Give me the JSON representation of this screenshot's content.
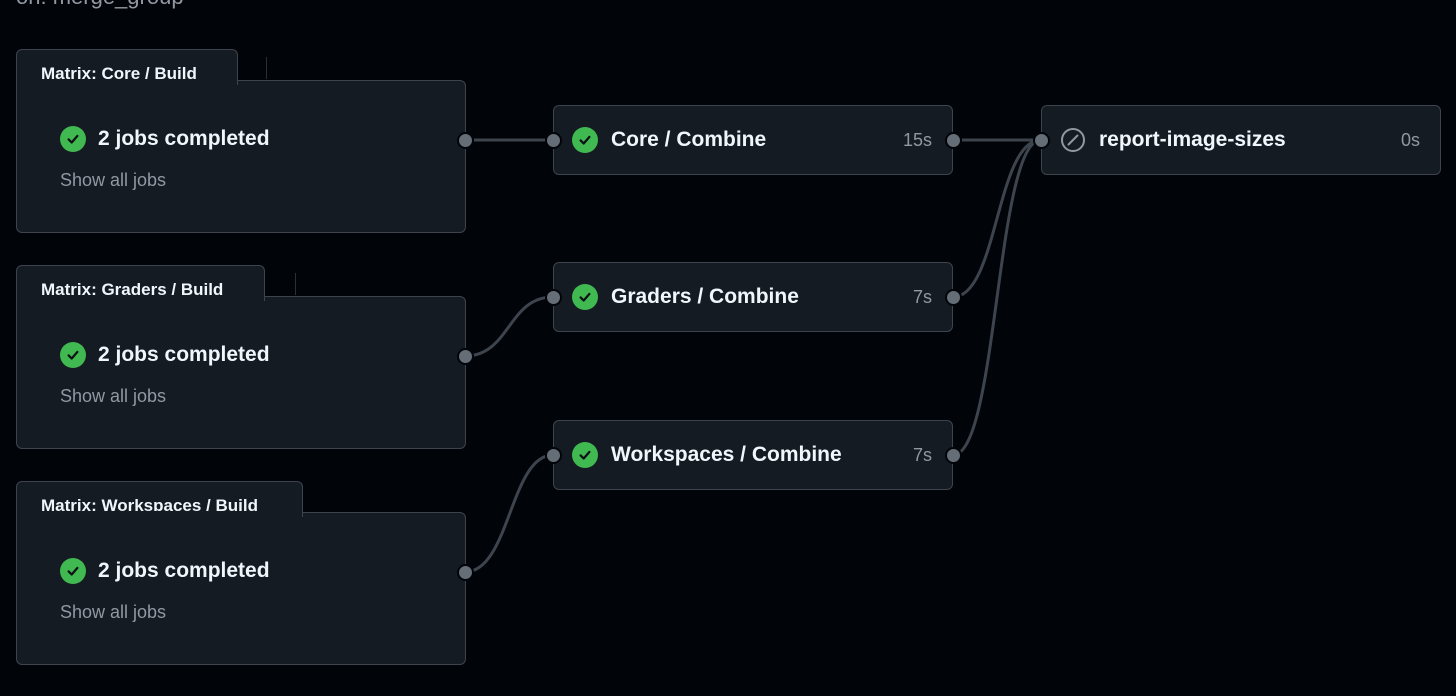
{
  "trigger": "on: merge_group",
  "matrices": [
    {
      "title": "Matrix: Core / Build",
      "status": "2 jobs completed",
      "link": "Show all jobs"
    },
    {
      "title": "Matrix: Graders / Build",
      "status": "2 jobs completed",
      "link": "Show all jobs"
    },
    {
      "title": "Matrix: Workspaces / Build",
      "status": "2 jobs completed",
      "link": "Show all jobs"
    }
  ],
  "combine_jobs": [
    {
      "name": "Core / Combine",
      "duration": "15s",
      "status": "success"
    },
    {
      "name": "Graders / Combine",
      "duration": "7s",
      "status": "success"
    },
    {
      "name": "Workspaces / Combine",
      "duration": "7s",
      "status": "success"
    }
  ],
  "final_job": {
    "name": "report-image-sizes",
    "duration": "0s",
    "status": "skipped"
  },
  "colors": {
    "background": "#010409",
    "card": "#151b23",
    "border": "#3d444d",
    "success": "#3fb950",
    "muted_text": "#9198a1",
    "connector": "#3d444d",
    "port": "#656d76"
  },
  "icons": {
    "success": "check-circle-icon",
    "skipped": "skip-icon"
  }
}
